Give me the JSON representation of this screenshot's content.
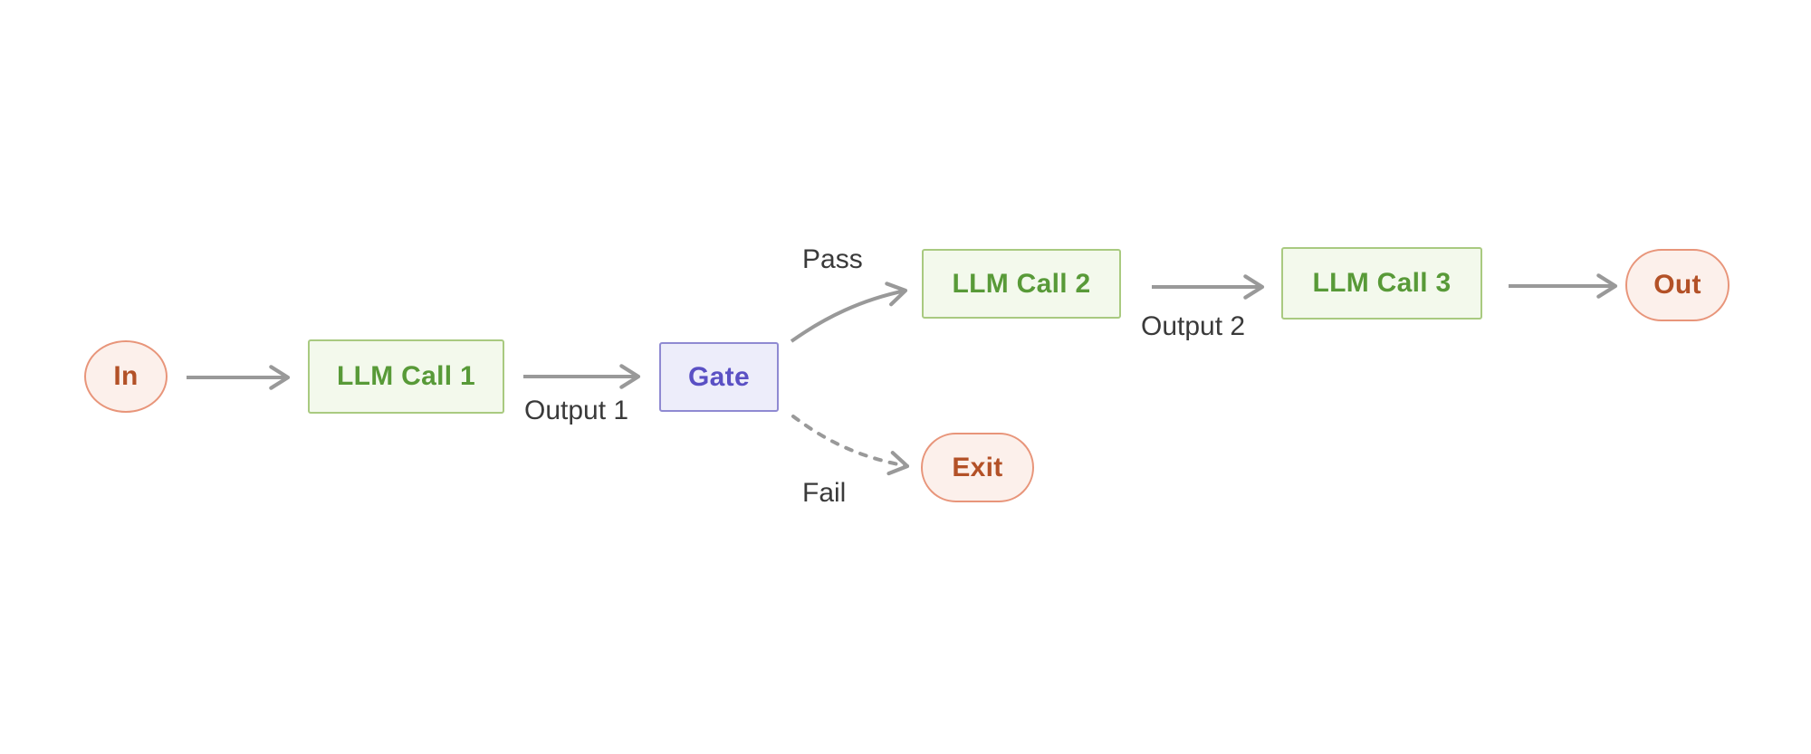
{
  "colors": {
    "background": "#ffffff",
    "arrow": "#999999",
    "edge_label": "#3a3a3a",
    "terminal_fill": "#fcf0eb",
    "terminal_border": "#e8957a",
    "terminal_text": "#b35127",
    "llm_fill": "#f3f9ec",
    "llm_border": "#a9ca80",
    "llm_text": "#589a38",
    "gate_fill": "#ededfa",
    "gate_border": "#8f8ad2",
    "gate_text": "#5a50c4"
  },
  "nodes": {
    "in": {
      "label": "In"
    },
    "llm1": {
      "label": "LLM Call 1"
    },
    "gate": {
      "label": "Gate"
    },
    "llm2": {
      "label": "LLM Call 2"
    },
    "llm3": {
      "label": "LLM Call 3"
    },
    "out": {
      "label": "Out"
    },
    "exit": {
      "label": "Exit"
    }
  },
  "edges": {
    "output1": {
      "label": "Output 1"
    },
    "pass": {
      "label": "Pass"
    },
    "fail": {
      "label": "Fail"
    },
    "output2": {
      "label": "Output 2"
    }
  }
}
